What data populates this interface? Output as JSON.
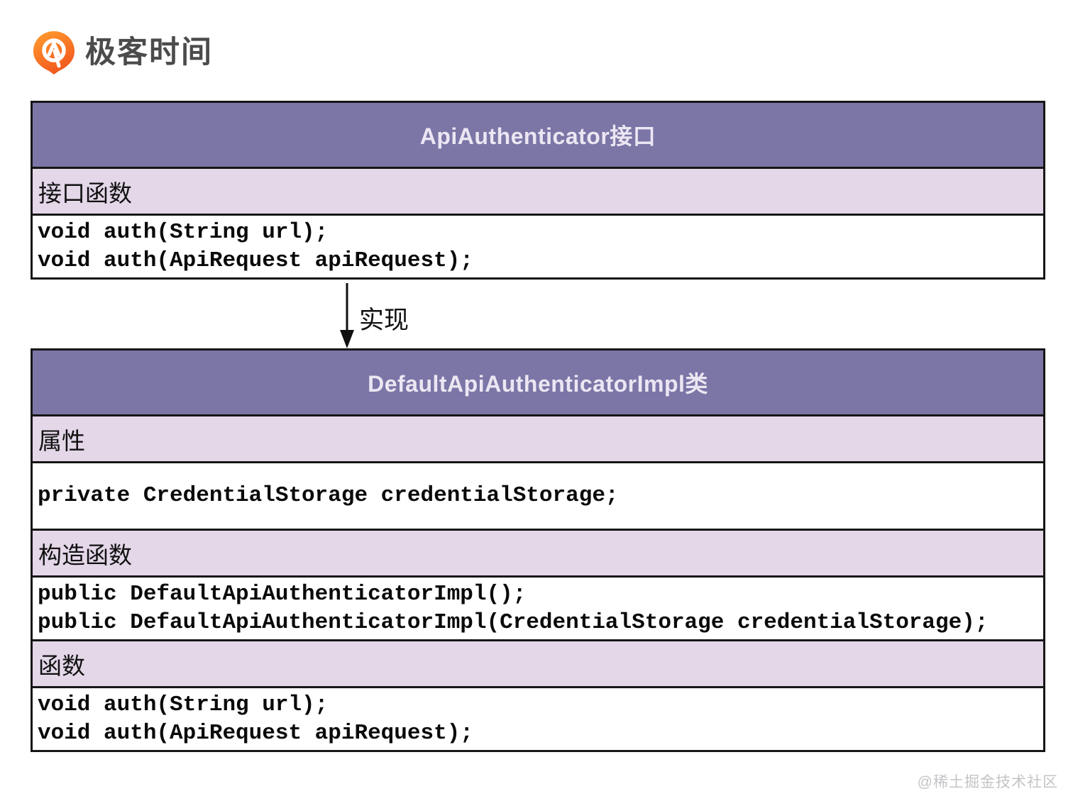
{
  "logo": {
    "text": "极客时间",
    "icon": "geektime-pin-icon"
  },
  "colors": {
    "header_bg": "#7b76a6",
    "section_bg": "#e3d7e8",
    "border": "#161616",
    "header_text": "#ece6f3",
    "code_text": "#0a0a0a",
    "logo_orange_top": "#ff9a2e",
    "logo_orange_bottom": "#f1531d",
    "watermark_gray": "#c5c3c6"
  },
  "interface_box": {
    "title": "ApiAuthenticator接口",
    "sections": [
      {
        "label": "接口函数",
        "lines": [
          "void auth(String url);",
          "void auth(ApiRequest apiRequest);"
        ]
      }
    ]
  },
  "relation": {
    "label": "实现",
    "type": "implements-arrow"
  },
  "impl_box": {
    "title": "DefaultApiAuthenticatorImpl类",
    "sections": [
      {
        "label": "属性",
        "lines": [
          "private CredentialStorage credentialStorage;"
        ]
      },
      {
        "label": "构造函数",
        "lines": [
          "public DefaultApiAuthenticatorImpl();",
          "public DefaultApiAuthenticatorImpl(CredentialStorage credentialStorage);"
        ]
      },
      {
        "label": "函数",
        "lines": [
          "void auth(String url);",
          "void auth(ApiRequest apiRequest);"
        ]
      }
    ]
  },
  "watermark": "@稀土掘金技术社区"
}
